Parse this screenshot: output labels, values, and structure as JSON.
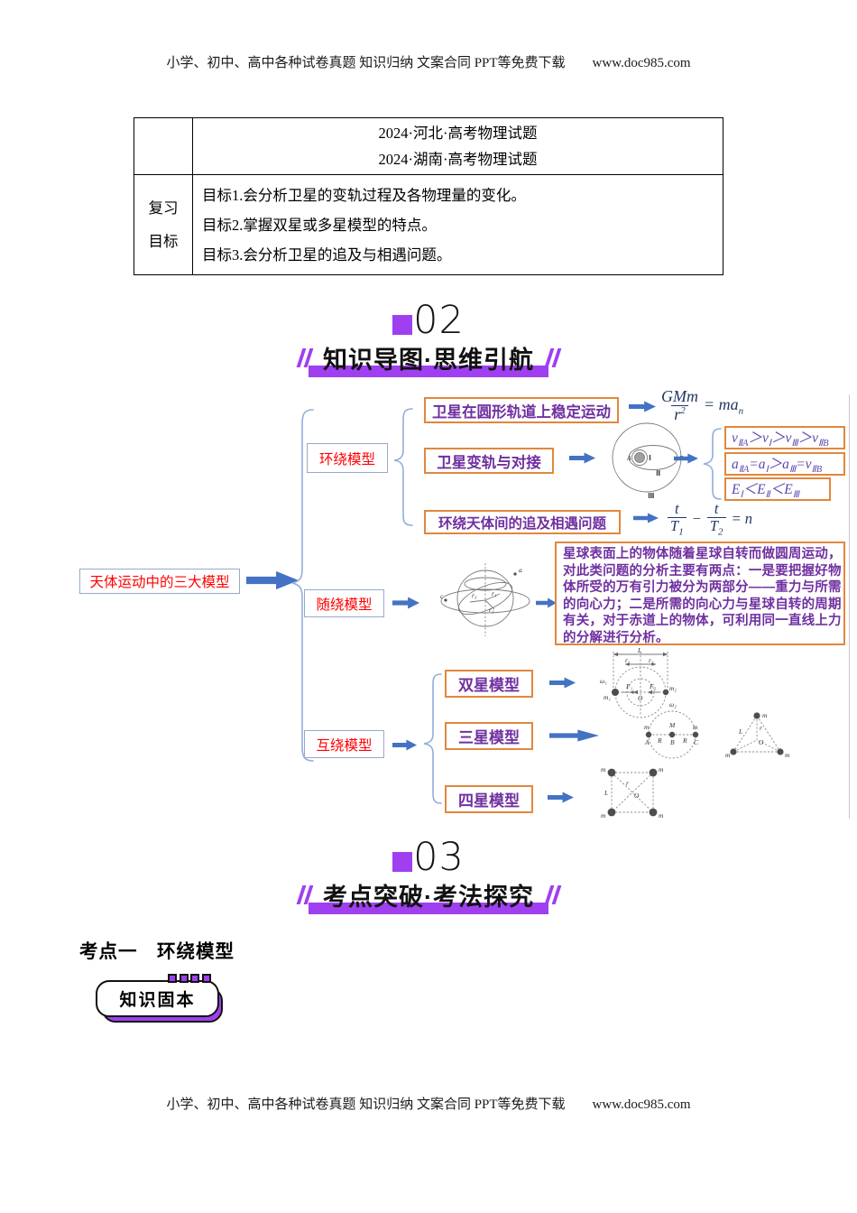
{
  "header": {
    "text": "小学、初中、高中各种试卷真题 知识归纳 文案合同 PPT等免费下载",
    "url": "www.doc985.com"
  },
  "footer": {
    "text": "小学、初中、高中各种试卷真题 知识归纳 文案合同 PPT等免费下载",
    "url": "www.doc985.com"
  },
  "table": {
    "sources": [
      "2024·河北·高考物理试题",
      "2024·湖南·高考物理试题"
    ],
    "label": [
      "复习",
      "目标"
    ],
    "goals": [
      "目标1.会分析卫星的变轨过程及各物理量的变化。",
      "目标2.掌握双星或多星模型的特点。",
      "目标3.会分析卫星的追及与相遇问题。"
    ]
  },
  "section02": {
    "num": "02",
    "title": "知识导图·思维引航"
  },
  "section03": {
    "num": "03",
    "title": "考点突破·考法探究"
  },
  "mindmap": {
    "root": "天体运动中的三大模型",
    "branch_orbit": {
      "label": "环绕模型",
      "items": [
        "卫星在圆形轨道上稳定运动",
        "卫星变轨与对接",
        "环绕天体间的追及相遇问题"
      ]
    },
    "branch_rotate": {
      "label": "随绕模型",
      "note_lines": [
        "星球表面上的物体随着星球自转而做圆周运动，",
        "对此类问题的分析主要有两点：一是要把握好物",
        "体所受的万有引力被分为两部分——重力与所需",
        "的向心力；二是所需的向心力与星球自转的周期",
        "有关，对于赤道上的物体，可利用同一直线上力",
        "的分解进行分析。"
      ]
    },
    "branch_mutual": {
      "label": "互绕模型",
      "items": [
        "双星模型",
        "三星模型",
        "四星模型"
      ]
    }
  },
  "formulas": {
    "gravity": {
      "num": "GMm",
      "den": "r",
      "den_exp": "2",
      "eq": "=",
      "rhs": "ma",
      "rhs_sub": "n"
    },
    "chase": {
      "num1": "t",
      "den1": "T",
      "den1_sub": "1",
      "minus": "−",
      "num2": "t",
      "den2": "T",
      "den2_sub": "2",
      "eq": "=",
      "rhs": "n"
    },
    "v_cmp": [
      {
        "t": "v"
      },
      {
        "sub": "ⅡA"
      },
      {
        "t": "＞v"
      },
      {
        "sub": "Ⅰ"
      },
      {
        "t": "＞v"
      },
      {
        "sub": "Ⅲ"
      },
      {
        "t": "＞v"
      },
      {
        "sub": "ⅡB"
      }
    ],
    "a_cmp": [
      {
        "t": "a"
      },
      {
        "sub": "ⅡA"
      },
      {
        "t": "=a"
      },
      {
        "sub": "Ⅰ"
      },
      {
        "t": "＞a"
      },
      {
        "sub": "Ⅲ"
      },
      {
        "t": "=v"
      },
      {
        "sub": "ⅡB"
      }
    ],
    "e_cmp": [
      {
        "t": "E"
      },
      {
        "sub": "Ⅰ"
      },
      {
        "t": "＜E"
      },
      {
        "sub": "Ⅱ"
      },
      {
        "t": "＜E"
      },
      {
        "sub": "Ⅲ"
      }
    ]
  },
  "diagrams": {
    "orbit": {
      "A": "A",
      "I": "Ⅰ",
      "B": "B",
      "II": "Ⅱ",
      "III": "Ⅲ"
    },
    "globe": {
      "a": "a",
      "c": "c",
      "r1": "r₁",
      "r2": "r₂",
      "r3": "r₃"
    },
    "double": {
      "L": "L",
      "r1": "r₁",
      "r2": "r₂",
      "m1": "m₁",
      "m2": "m₂",
      "F1": "F₁",
      "F2": "F₂",
      "O": "O",
      "w1": "ω₁",
      "w2": "ω₂"
    },
    "triple_circle": {
      "m1": "m",
      "M": "M",
      "m2": "m",
      "A": "A",
      "B": "B",
      "C": "C",
      "R1": "R",
      "R2": "R"
    },
    "triangle": {
      "m1": "m",
      "m2": "m",
      "m3": "m",
      "L": "L",
      "r": "r",
      "O": "O"
    },
    "quad": {
      "m1": "m",
      "m2": "m",
      "m3": "m",
      "m4": "m",
      "L": "L",
      "r": "r",
      "O": "O"
    }
  },
  "exam_point": {
    "title": "考点一　环绕模型"
  },
  "badge": {
    "label": "知识固本"
  },
  "colors": {
    "accent_purple": "#A03FF0",
    "orange_border": "#E2873D",
    "arrow_blue": "#4472C4",
    "red_label": "#FF0000",
    "purple_text": "#7030A0",
    "formula_navy": "#1F3864"
  }
}
